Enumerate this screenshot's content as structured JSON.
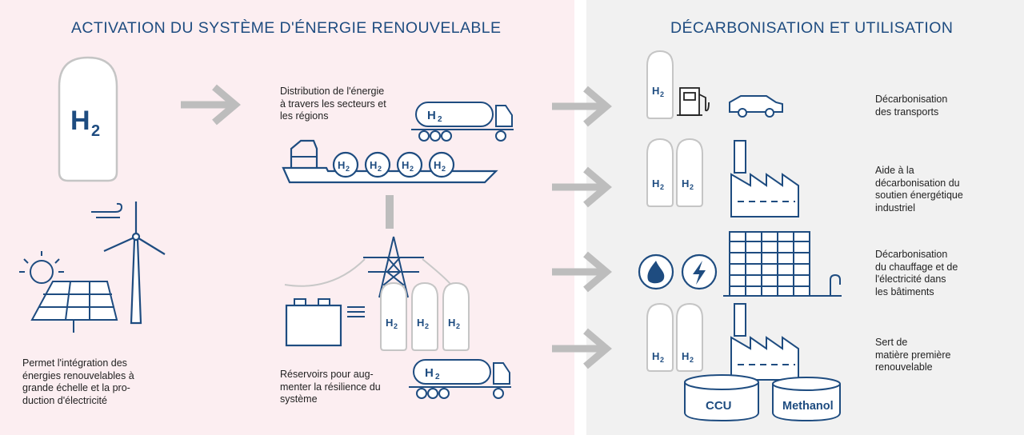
{
  "headings": {
    "left": "ACTIVATION DU SYSTÈME D'ÉNERGIE RENOUVELABLE",
    "right": "DÉCARBONISATION ET UTILISATION"
  },
  "left_texts": {
    "distribution": [
      "Distribution de l'énergie",
      "à travers les secteurs et",
      "les régions"
    ],
    "integration": [
      "Permet l'intégration des",
      "énergies renouvelables à",
      "grande échelle et la pro-",
      "duction d'électricité"
    ],
    "reservoirs": [
      "Réservoirs pour aug-",
      "menter la résilience du",
      "système"
    ]
  },
  "uses": [
    {
      "lines": [
        "Décarbonisation",
        "des transports"
      ]
    },
    {
      "lines": [
        "Aide à la",
        "décarbonisation du",
        "soutien énergétique",
        "industriel"
      ]
    },
    {
      "lines": [
        "Décarbonisation",
        "du chauffage et de",
        "l'électricité dans",
        "les bâtiments"
      ]
    },
    {
      "lines": [
        "Sert de",
        "matière  première",
        "renouvelable"
      ]
    }
  ],
  "labels": {
    "h2": "H",
    "h2_sub": "2",
    "ccu": "CCU",
    "methanol": "Methanol"
  },
  "colors": {
    "left_bg": "#fceef1",
    "right_bg": "#f1f1f1",
    "heading": "#1e4c80",
    "icon_stroke": "#1e4c80",
    "arrow": "#bdbdbd",
    "text": "#222222"
  },
  "icons": [
    "h2-tank-icon",
    "arrow-right-icon",
    "truck-icon",
    "ship-icon",
    "pylon-icon",
    "battery-icon",
    "wind-turbine-icon",
    "solar-panel-icon",
    "sun-icon",
    "fuel-pump-icon",
    "car-icon",
    "factory-icon",
    "flame-icon",
    "lightning-icon",
    "building-icon"
  ]
}
